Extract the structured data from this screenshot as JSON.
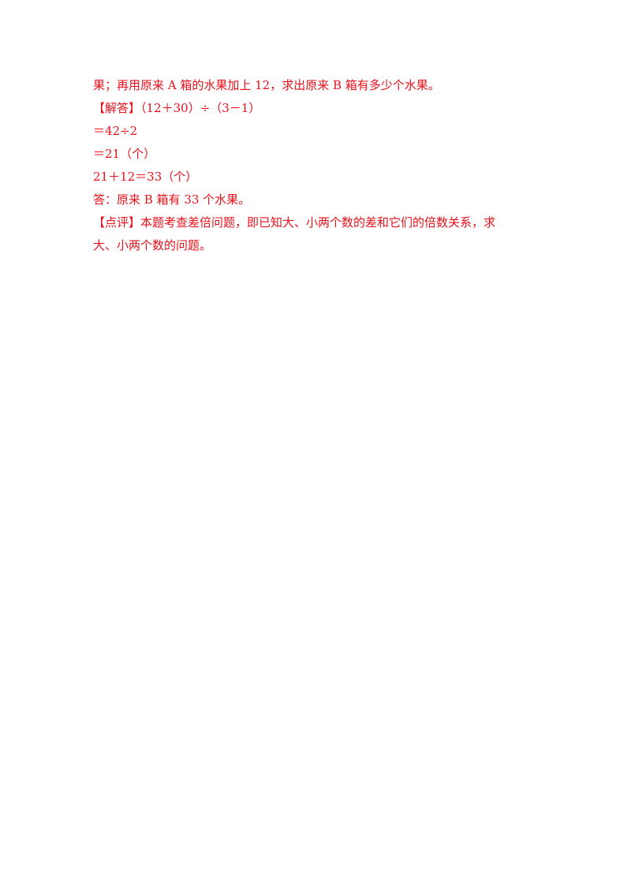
{
  "document": {
    "lines": [
      "果；再用原来 A 箱的水果加上 12，求出原来 B 箱有多少个水果。",
      "（12＋30）÷（3－1）",
      "＝42÷2",
      "＝21（个）",
      "21＋12＝33（个）",
      "答：原来 B 箱有 33 个水果。",
      "本题考查差倍问题，即已知大、小两个数的差和它们的倍数关系，求",
      "大、小两个数的问题。"
    ],
    "answer_tag": "【解答】",
    "review_tag": "【点评】"
  },
  "colors": {
    "text": "#e8101a",
    "background": "#ffffff"
  }
}
